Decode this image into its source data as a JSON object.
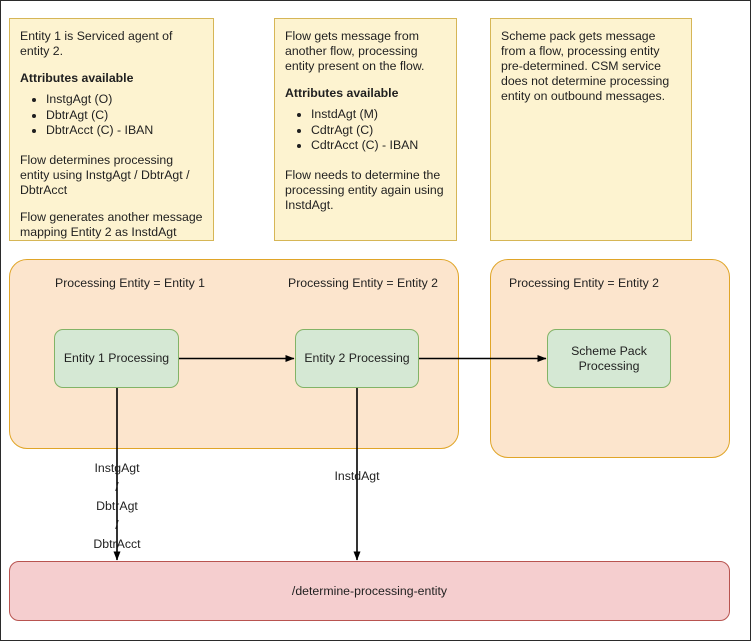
{
  "notes": [
    {
      "id": "note-1",
      "intro": "Entity 1 is Serviced agent of entity 2.",
      "attributes_heading": "Attributes available",
      "attributes": [
        "InstgAgt (O)",
        "DbtrAgt (C)",
        "DbtrAcct (C) - IBAN"
      ],
      "body_1": "Flow determines processing entity using InstgAgt / DbtrAgt / DbtrAcct",
      "body_2": "Flow generates another message mapping Entity 2 as InstdAgt"
    },
    {
      "id": "note-2",
      "intro": "Flow gets message from another flow, processing entity present on the flow.",
      "attributes_heading": "Attributes available",
      "attributes": [
        "InstdAgt (M)",
        "CdtrAgt (C)",
        "CdtrAcct (C) - IBAN"
      ],
      "body_1": "Flow needs to determine the processing entity again using InstdAgt.",
      "body_2": ""
    },
    {
      "id": "note-3",
      "intro": "Scheme pack gets message from a flow, processing entity pre-determined. CSM service does not determine processing entity on outbound messages.",
      "attributes_heading": "",
      "attributes": [],
      "body_1": "",
      "body_2": ""
    }
  ],
  "groups": {
    "left": {
      "label_entity_1": "Processing Entity = Entity 1",
      "label_entity_2": "Processing Entity = Entity 2"
    },
    "right": {
      "label_entity_2": "Processing Entity = Entity 2"
    }
  },
  "processes": {
    "entity_1": "Entity 1 Processing",
    "entity_2": "Entity 2 Processing",
    "scheme_pack": "Scheme Pack\nProcessing"
  },
  "edge_labels": {
    "left_drop": "InstgAgt\n/\nDbtrAgt\n/\nDbtrAcct",
    "right_drop": "InstdAgt"
  },
  "service": {
    "endpoint": "/determine-processing-entity"
  },
  "colors": {
    "note_fill": "#fdf3d0",
    "note_border": "#d6b656",
    "group_fill": "#fce5cd",
    "group_border": "#e0a528",
    "process_fill": "#d5e8d4",
    "process_border": "#82b366",
    "service_fill": "#f5cecf",
    "service_border": "#b85450",
    "connector": "#000000",
    "page_border": "#2b2b2b"
  }
}
